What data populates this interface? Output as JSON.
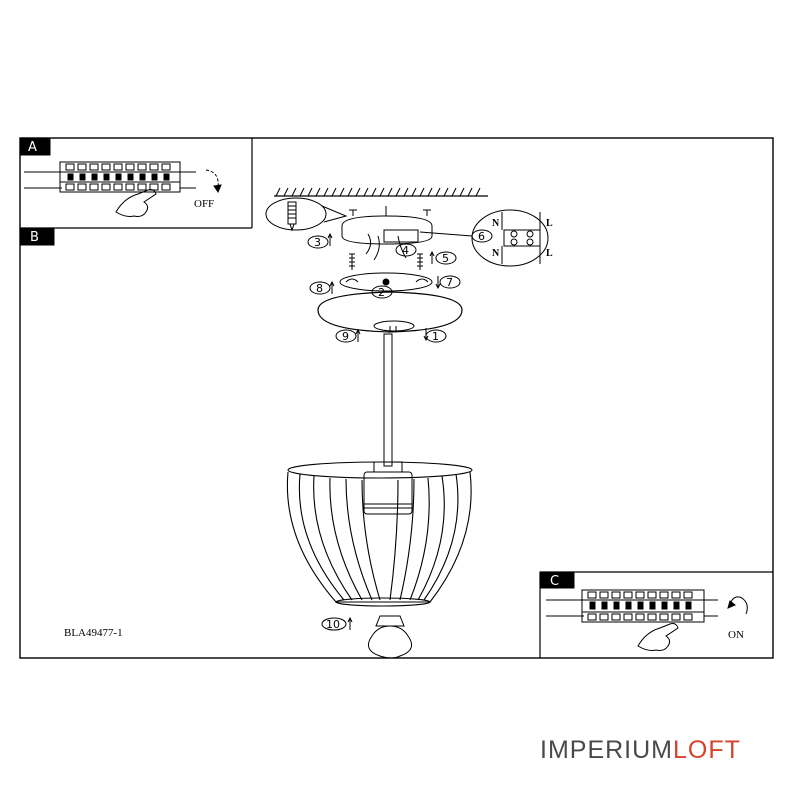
{
  "panels": {
    "a": {
      "letter": "A",
      "switch_label": "OFF"
    },
    "b": {
      "letter": "B"
    },
    "c": {
      "letter": "C",
      "switch_label": "ON"
    }
  },
  "wiring": {
    "top_left": "N",
    "top_right": "L",
    "bottom_left": "N",
    "bottom_right": "L"
  },
  "steps": [
    "1",
    "2",
    "3",
    "4",
    "5",
    "6",
    "7",
    "8",
    "9",
    "10"
  ],
  "model_code": "BLA49477-1",
  "brand": {
    "part1": "IMPERIUM",
    "part2": "LOFT",
    "accent_color": "#d4432a"
  }
}
